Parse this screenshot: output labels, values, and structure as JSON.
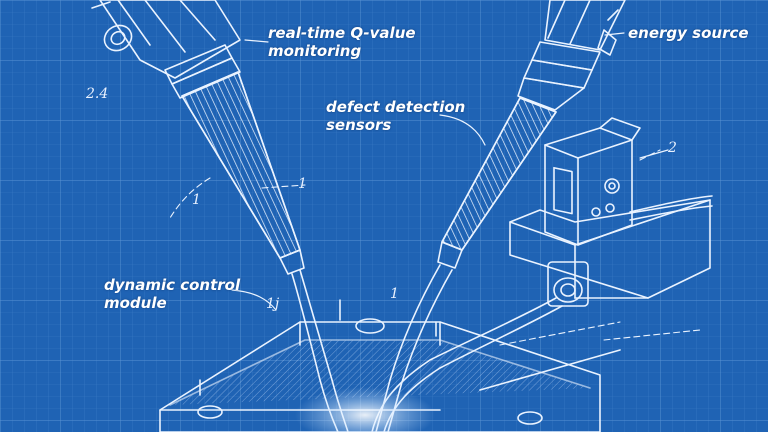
{
  "colors": {
    "background": "#1f63b4",
    "grid_minor": "#3d7cc6",
    "grid_major": "#5a93d3",
    "line": "#eaf3ff",
    "text": "#ffffff"
  },
  "labels": {
    "q_value": [
      "real-time Q-value",
      "monitoring"
    ],
    "energy": [
      "energy source"
    ],
    "defect": [
      "defect detection",
      "sensors"
    ],
    "control": [
      "dynamic control",
      "module"
    ]
  },
  "refs": {
    "r1": "2.4",
    "r2": "1",
    "r3": "1",
    "r4": "2",
    "r5": "1",
    "r6": "1j"
  }
}
